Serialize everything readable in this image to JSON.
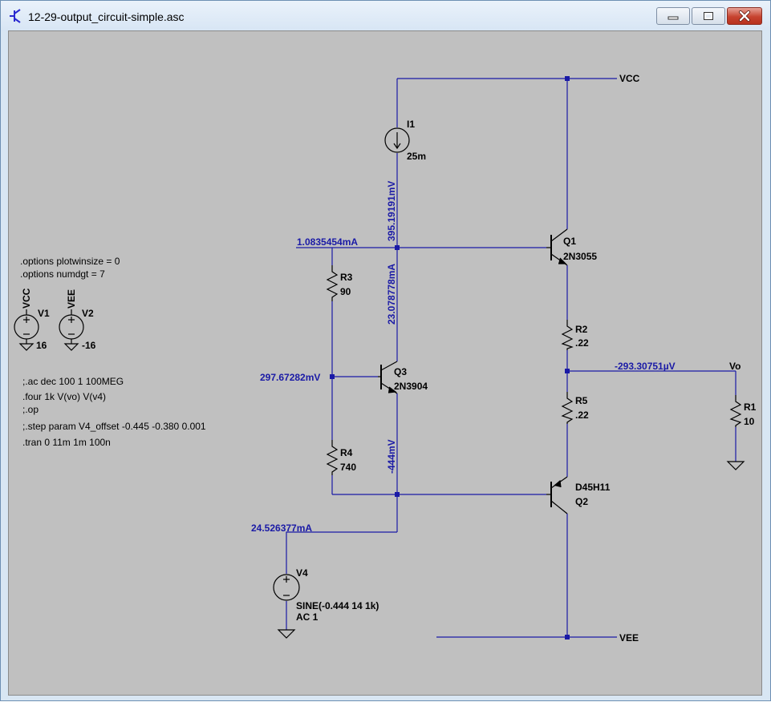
{
  "window": {
    "title": "12-29-output_circuit-simple.asc",
    "buttons": [
      "minimize",
      "maximize",
      "close"
    ]
  },
  "colors": {
    "wire": "#1a1aa6",
    "component": "#000000",
    "canvas": "#c0c0c0",
    "annotation": "#1a1aa6"
  },
  "directives": [
    ".options plotwinsize = 0",
    ".options numdgt = 7",
    ";.ac dec 100 1 100MEG",
    ".four 1k V(vo) V(v4)",
    ";.op",
    ";.step param V4_offset -0.445 -0.380 0.001",
    ".tran 0 11m 1m 100n"
  ],
  "nets": {
    "vcc": "VCC",
    "vee": "VEE",
    "vo": "Vo",
    "vcc_small": "VCC",
    "vee_small": "VEE"
  },
  "components": {
    "I1": {
      "ref": "I1",
      "value": "25m"
    },
    "Q1": {
      "ref": "Q1",
      "value": "2N3055"
    },
    "Q2": {
      "ref": "Q2",
      "value": "D45H11"
    },
    "Q3": {
      "ref": "Q3",
      "value": "2N3904"
    },
    "R1": {
      "ref": "R1",
      "value": "10"
    },
    "R2": {
      "ref": "R2",
      "value": ".22"
    },
    "R3": {
      "ref": "R3",
      "value": "90"
    },
    "R4": {
      "ref": "R4",
      "value": "740"
    },
    "R5": {
      "ref": "R5",
      "value": ".22"
    },
    "V1": {
      "ref": "V1",
      "value": "16"
    },
    "V2": {
      "ref": "V2",
      "value": "-16"
    },
    "V4": {
      "ref": "V4",
      "value": "SINE(-0.444 14 1k)",
      "value2": "AC 1"
    }
  },
  "annotations": {
    "i_r3": "1.0835454mA",
    "v_i1": "395.19191mV",
    "i_q3c": "23.078778mA",
    "v_q3b": "297.67282mV",
    "v_q3e": "-444mV",
    "i_v4": "24.526377mA",
    "v_out": "-293.30751µV"
  }
}
